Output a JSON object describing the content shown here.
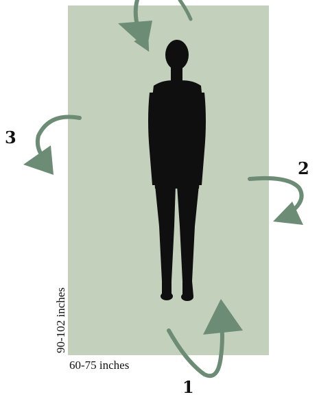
{
  "colors": {
    "mat": "#c3d0bb",
    "arrow": "#6d8c75",
    "silhouette": "#0f0f0f",
    "text": "#111111"
  },
  "labels": {
    "step_1": "1",
    "step_2": "2",
    "step_3": "3",
    "length": "90-102 inches",
    "width": "60-75 inches"
  },
  "icons": {
    "person": "person-silhouette-icon",
    "arrow": "curved-arrow-icon"
  }
}
